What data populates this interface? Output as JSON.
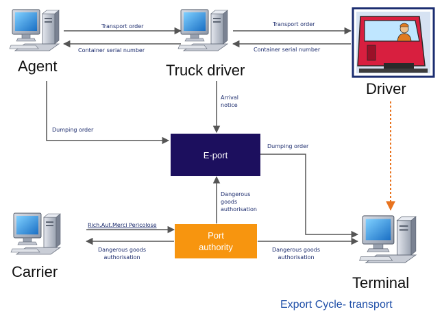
{
  "nodes": {
    "agent": "Agent",
    "truck_driver": "Truck driver",
    "driver": "Driver",
    "carrier": "Carrier",
    "terminal": "Terminal",
    "eport": "E-port",
    "port_authority_line1": "Port",
    "port_authority_line2": "authority"
  },
  "edges": {
    "agent_to_truck": "Transport order",
    "truck_to_agent": "Container serial number",
    "truck_to_driver": "Transport order",
    "driver_to_truck": "Container serial number",
    "agent_dumping": "Dumping order",
    "arrival_line1": "Arrival",
    "arrival_line2": "notice",
    "eport_dumping": "Dumping order",
    "dg_line1": "Dangerous",
    "dg_line2": "goods",
    "dg_line3": "authorisation",
    "carrier_to_pa": "Rich.Aut.Merci Pericolose",
    "pa_to_carrier_line1": "Dangerous goods",
    "pa_to_carrier_line2": "authorisation",
    "pa_to_terminal_line1": "Dangerous goods",
    "pa_to_terminal_line2": "authorisation"
  },
  "caption": "Export Cycle- transport",
  "colors": {
    "eport": "#1c0f5e",
    "port_authority": "#f7950f",
    "arrow": "#555555",
    "dashed_arrow": "#e8731f",
    "label": "#1a2a6c",
    "caption": "#1f4fa8"
  },
  "icons": {
    "agent": "computer-icon",
    "truck_driver": "computer-icon",
    "carrier": "computer-icon",
    "terminal": "computer-icon",
    "driver": "truck-cab-driver-icon"
  }
}
